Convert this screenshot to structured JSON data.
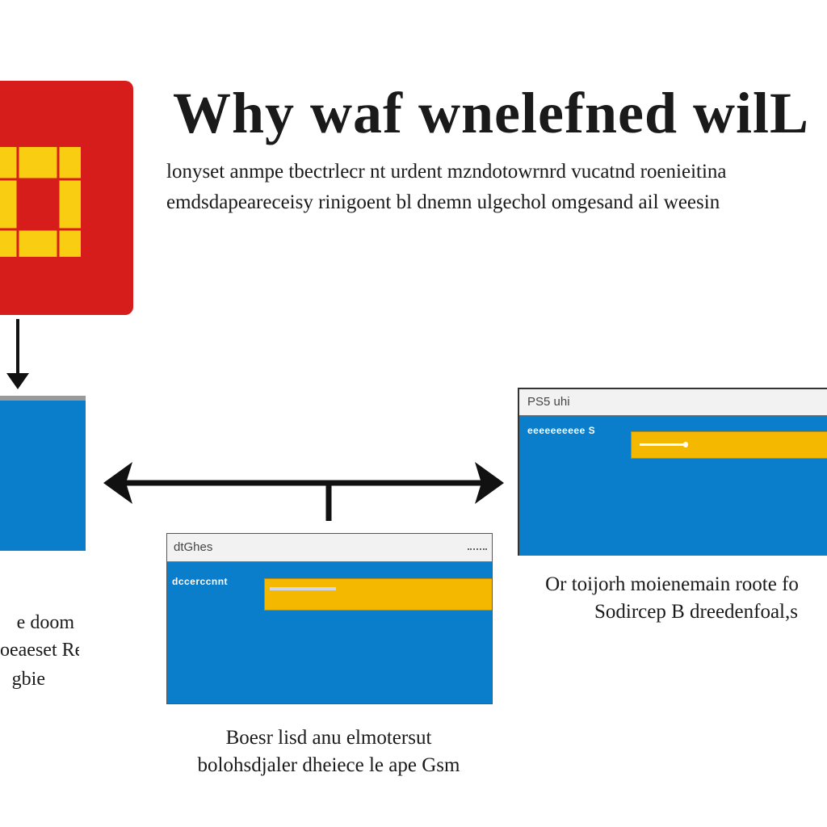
{
  "header": {
    "title": "Why waf wnelefned wilL",
    "subtitle_line1": "lonyset anmpe tbectrlecr nt urdent mzndotowrnrd vucatnd roenieitina",
    "subtitle_line2": "emdsdapeareceisy rinigoent bl dnemn ulgechol omgesand ail weesin"
  },
  "right_window": {
    "title": "PS5 uhi",
    "label": "eeeeeeeeee S",
    "caption_line1": "Or toijorh moienemain roote fo",
    "caption_line2": "Sodircep B dreedenfoal,s"
  },
  "center_window": {
    "title": "dtGhes",
    "label": "dccerccnnt",
    "caption_line1": "Boesr lisd anu elmotersut",
    "caption_line2": "bolohsdjaler dheiece le ape Gsm"
  },
  "left_panel": {
    "caption_line1": "e doom",
    "caption_line2": "oeaeset Rei",
    "caption_line3": "gbie"
  },
  "colors": {
    "logo_red": "#d71c1c",
    "logo_yellow": "#f8cd12",
    "window_blue": "#0a7ecb",
    "input_yellow": "#f5b800"
  },
  "icons": {
    "logo": "red-square-logo-icon",
    "arrows": [
      "down-arrow-icon",
      "double-headed-arrow-icon"
    ]
  }
}
